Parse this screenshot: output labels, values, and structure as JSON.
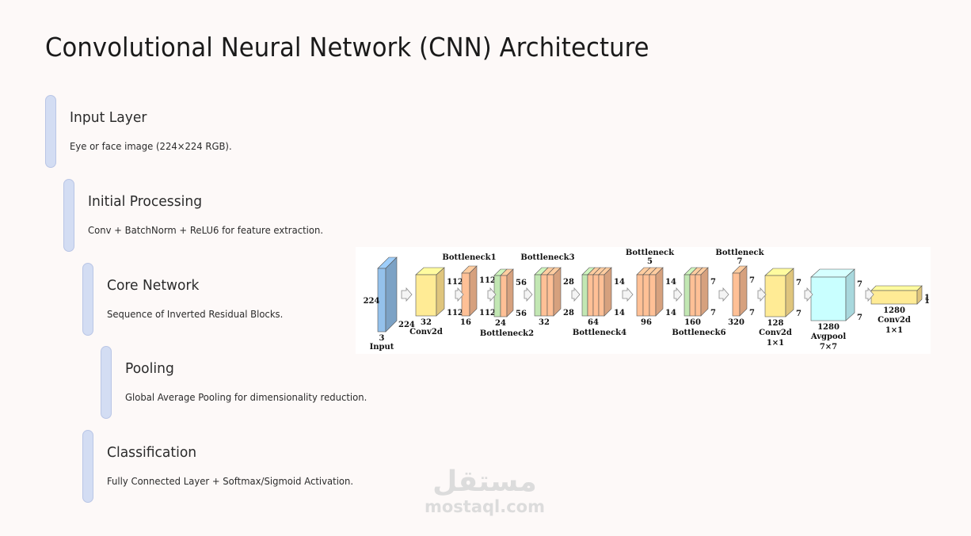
{
  "page": {
    "title": "Convolutional Neural Network (CNN) Architecture"
  },
  "steps": [
    {
      "heading": "Input Layer",
      "description": "Eye or face image (224×224 RGB)."
    },
    {
      "heading": "Initial Processing",
      "description": "Conv + BatchNorm + ReLU6 for feature extraction."
    },
    {
      "heading": "Core Network",
      "description": "Sequence of Inverted Residual Blocks."
    },
    {
      "heading": "Pooling",
      "description": "Global Average Pooling for dimensionality reduction."
    },
    {
      "heading": "Classification",
      "description": "Fully Connected Layer + Softmax/Sigmoid Activation."
    }
  ],
  "diagram": {
    "colors": {
      "input": "#8db8e0",
      "conv": "#fde08e",
      "bottleneck": "#f3b78f",
      "expansion": "#b9dcaa",
      "avgpool": "#bff5fb"
    },
    "blocks": [
      {
        "id": "input",
        "kind": "input",
        "slices": [
          "input"
        ],
        "top_label": "",
        "height_label": "224",
        "width_label": "224",
        "depth_label": "3",
        "bottom_label": "Input",
        "bottom_label2": ""
      },
      {
        "id": "conv2d",
        "kind": "conv",
        "slices": [
          "conv"
        ],
        "top_label": "",
        "height_label": "112",
        "width_label": "112",
        "depth_label": "32",
        "bottom_label": "Conv2d",
        "bottom_label2": ""
      },
      {
        "id": "bottleneck1",
        "kind": "bottleneck",
        "slices": [
          "bottleneck"
        ],
        "top_label": "Bottleneck1",
        "height_label": "112",
        "width_label": "112",
        "depth_label": "16",
        "bottom_label": "",
        "bottom_label2": ""
      },
      {
        "id": "bottleneck2",
        "kind": "bottleneck",
        "slices": [
          "expansion",
          "bottleneck"
        ],
        "top_label": "",
        "height_label": "56",
        "width_label": "56",
        "depth_label": "24",
        "bottom_label": "Bottleneck2",
        "bottom_label2": ""
      },
      {
        "id": "bottleneck3",
        "kind": "bottleneck",
        "slices": [
          "expansion",
          "bottleneck",
          "bottleneck"
        ],
        "top_label": "Bottleneck3",
        "height_label": "28",
        "width_label": "28",
        "depth_label": "32",
        "bottom_label": "",
        "bottom_label2": ""
      },
      {
        "id": "bottleneck4",
        "kind": "bottleneck",
        "slices": [
          "expansion",
          "bottleneck",
          "bottleneck",
          "bottleneck"
        ],
        "top_label": "",
        "height_label": "14",
        "width_label": "14",
        "depth_label": "64",
        "bottom_label": "Bottleneck4",
        "bottom_label2": ""
      },
      {
        "id": "bottleneck5",
        "kind": "bottleneck",
        "slices": [
          "bottleneck",
          "bottleneck",
          "bottleneck"
        ],
        "top_label": "Bottleneck",
        "top_label2": "5",
        "height_label": "14",
        "width_label": "14",
        "depth_label": "96",
        "bottom_label": "",
        "bottom_label2": ""
      },
      {
        "id": "bottleneck6",
        "kind": "bottleneck",
        "slices": [
          "expansion",
          "bottleneck",
          "bottleneck"
        ],
        "top_label": "",
        "height_label": "7",
        "width_label": "7",
        "depth_label": "160",
        "bottom_label": "Bottleneck6",
        "bottom_label2": ""
      },
      {
        "id": "bottleneck7",
        "kind": "bottleneck",
        "slices": [
          "bottleneck"
        ],
        "top_label": "Bottleneck",
        "top_label2": "7",
        "height_label": "7",
        "width_label": "7",
        "depth_label": "320",
        "bottom_label": "",
        "bottom_label2": ""
      },
      {
        "id": "conv2d-1x1",
        "kind": "conv",
        "slices": [
          "conv"
        ],
        "top_label": "",
        "height_label": "7",
        "width_label": "7",
        "depth_label": "128",
        "bottom_label": "Conv2d",
        "bottom_label2": "1×1"
      },
      {
        "id": "avgpool",
        "kind": "avgpool",
        "slices": [
          "avgpool"
        ],
        "top_label": "",
        "height_label": "7",
        "width_label": "7",
        "depth_label": "1280",
        "bottom_label": "Avgpool",
        "bottom_label2": "7×7"
      },
      {
        "id": "conv2d-final",
        "kind": "conv",
        "slices": [
          "conv"
        ],
        "top_label": "",
        "height_label": "1",
        "width_label": "1",
        "depth_label": "1280",
        "bottom_label": "Conv2d",
        "bottom_label2": "1×1"
      }
    ]
  },
  "watermark": {
    "arabic": "مستقل",
    "latin": "mostaql.com"
  }
}
